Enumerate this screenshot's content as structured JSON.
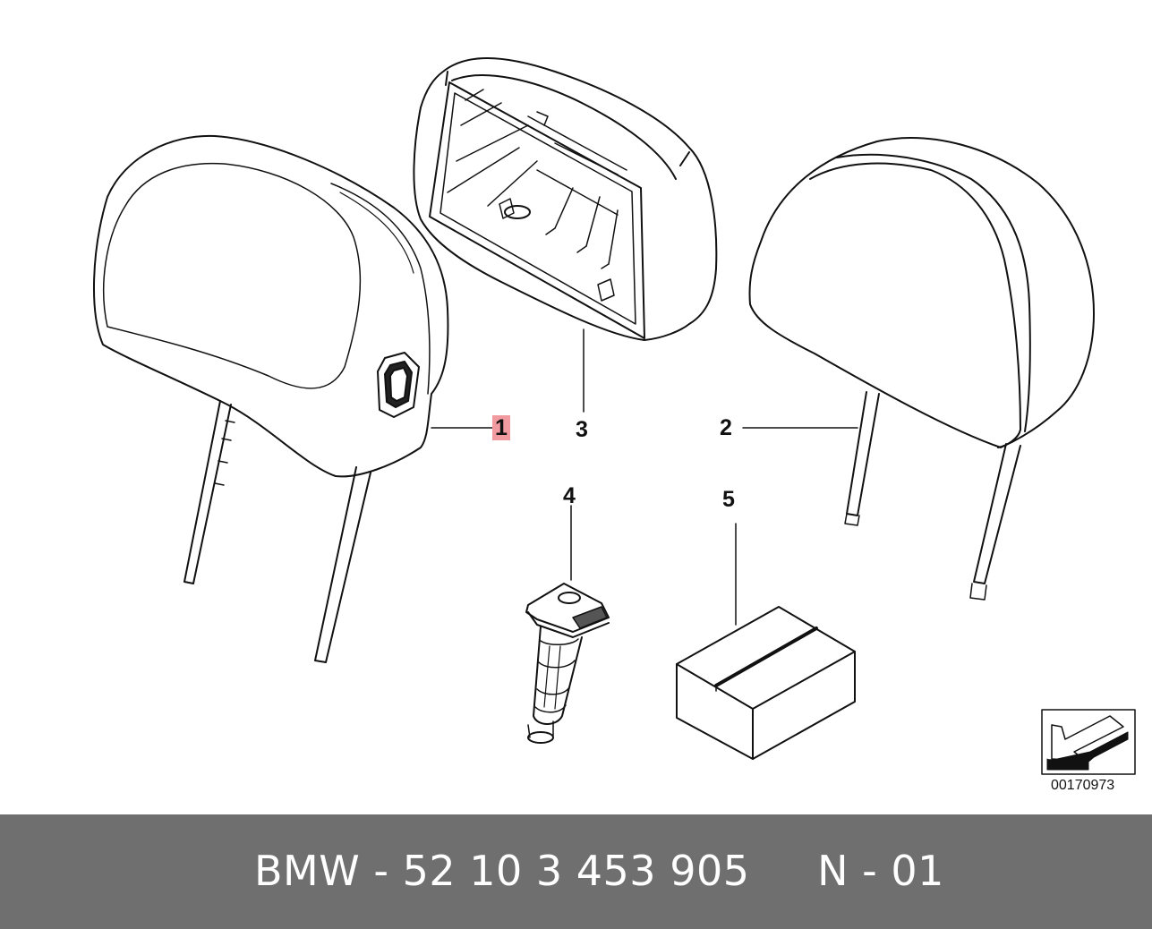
{
  "callouts": {
    "c1": "1",
    "c2": "2",
    "c3": "3",
    "c4": "4",
    "c5": "5"
  },
  "diagram_code": "00170973",
  "footer": {
    "text": "BMW - 52 10 3 453 905     N - 01"
  },
  "colors": {
    "highlight": "#f19aa0",
    "footer_bg": "#6f6f6f",
    "line": "#111111"
  },
  "icons": {
    "direction": "arrow-left-down-icon"
  }
}
